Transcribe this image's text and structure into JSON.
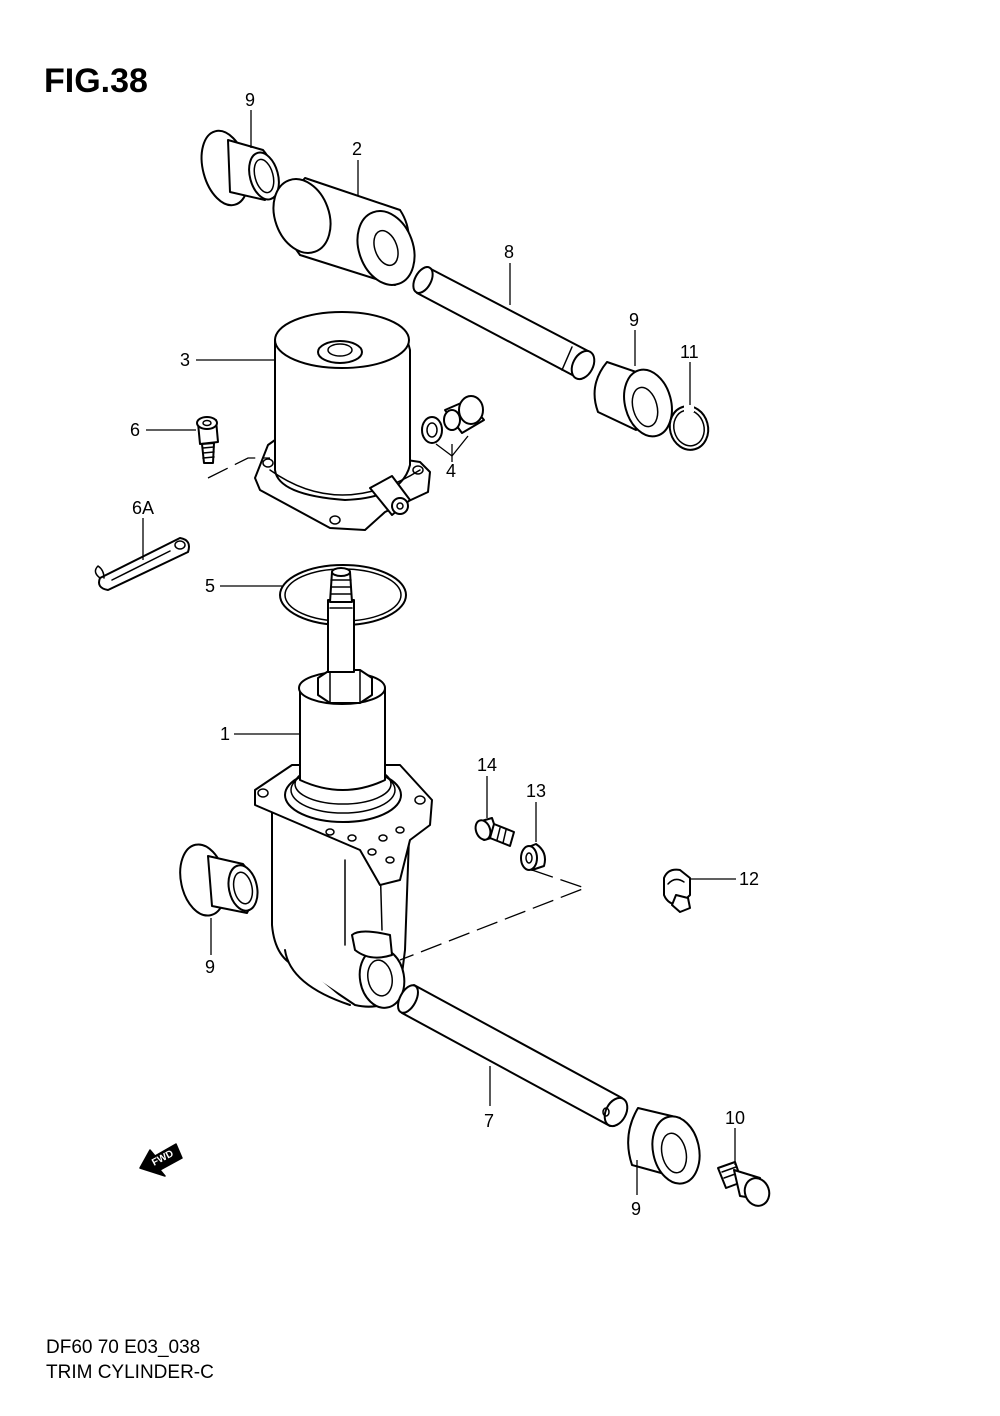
{
  "figure": {
    "title": "FIG.38",
    "code": "DF60 70 E03_038",
    "name": "TRIM CYLINDER-C",
    "direction_label": "FWD"
  },
  "callouts": {
    "c9_top": "9",
    "c2": "2",
    "c8": "8",
    "c9_right": "9",
    "c11": "11",
    "c3": "3",
    "c6": "6",
    "c4": "4",
    "c6a": "6A",
    "c5": "5",
    "c1": "1",
    "c14": "14",
    "c13": "13",
    "c12": "12",
    "c9_left": "9",
    "c7": "7",
    "c10": "10",
    "c9_bottom": "9"
  }
}
